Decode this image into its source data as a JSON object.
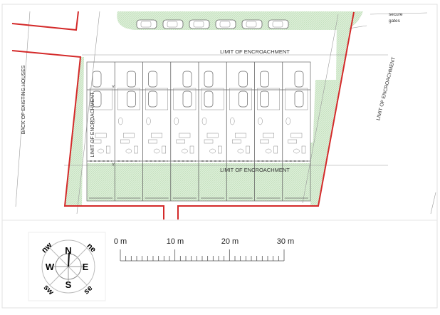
{
  "plan": {
    "labels": {
      "limit_top": "LIMIT OF ENCROACHMENT",
      "limit_bottom": "LIMIT OF ENCROACHMENT",
      "limit_left": "LIMIT OF ENCROACHMENT",
      "limit_right": "LIMIT OF ENCROACHMENT",
      "back_houses": "BACK OF EXISTING HOUSES",
      "secure": "secure",
      "gates": "gates",
      "section_top": "Y",
      "section_bottom": "Y"
    },
    "colors": {
      "boundary": "#d42a2a",
      "landscape": "#d9ecd4",
      "linework": "#777777"
    },
    "units_count": 8,
    "parking_cars_count": 6
  },
  "compass": {
    "N": "N",
    "S": "S",
    "E": "E",
    "W": "W",
    "ne": "ne",
    "nw": "nw",
    "se": "se",
    "sw": "sw"
  },
  "scale_bar": {
    "labels": [
      "0 m",
      "10 m",
      "20 m",
      "30 m"
    ],
    "max_m": 30
  }
}
